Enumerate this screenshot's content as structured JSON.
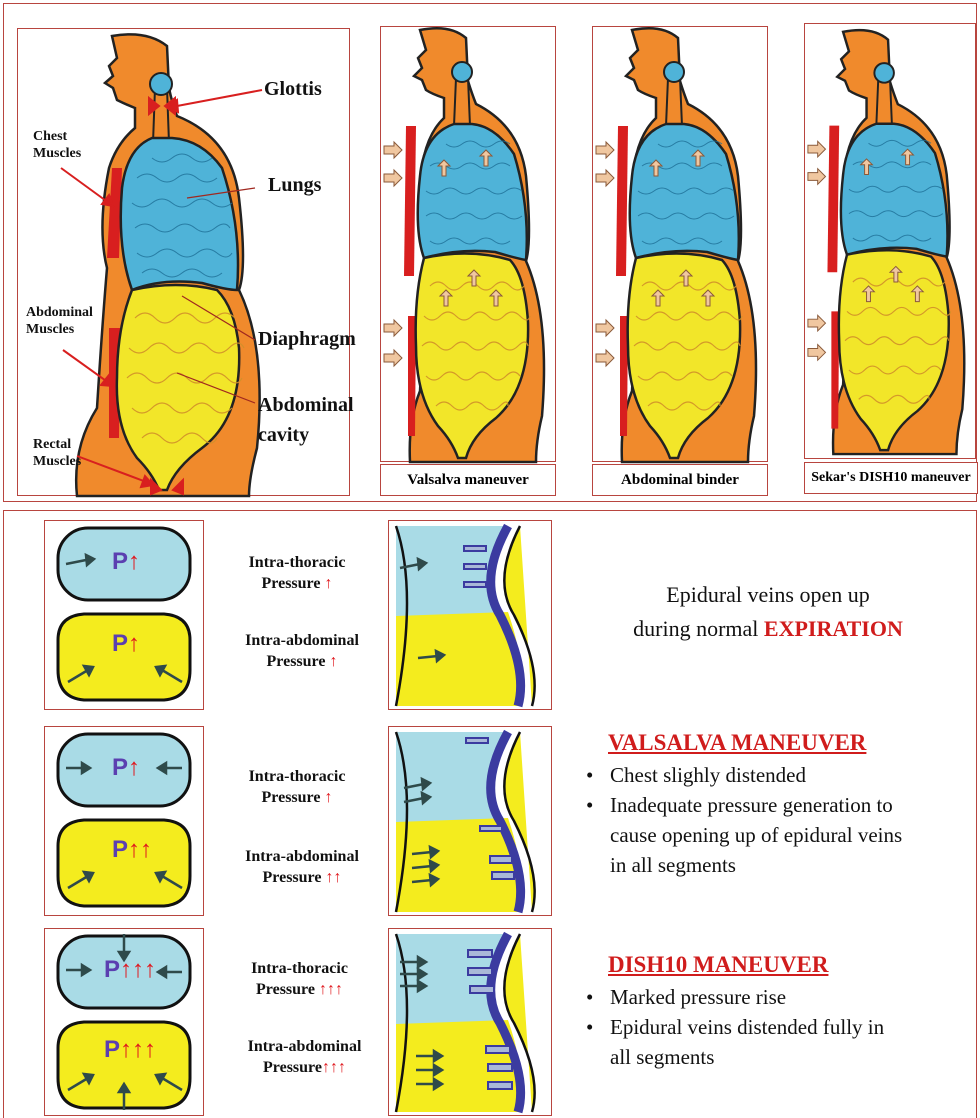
{
  "top": {
    "labels": {
      "glottis": "Glottis",
      "chest_muscles": "Chest\nMuscles",
      "lungs": "Lungs",
      "abdominal_muscles": "Abdominal\nMuscles",
      "diaphragm": "Diaphragm",
      "abdominal_cavity": "Abdominal\ncavity",
      "rectal_muscles": "Rectal\nMuscles"
    },
    "captions": [
      "Valsalva maneuver",
      "Abdominal binder",
      "Sekar's DISH10 maneuver"
    ]
  },
  "rows": [
    {
      "thoracic_label": "Intra-thoracic\nPressure",
      "thoracic_arrows": 1,
      "abdominal_label": "Intra-abdominal\nPressure",
      "abdominal_arrows": 1,
      "p_letter": "P"
    },
    {
      "thoracic_label": "Intra-thoracic\nPressure",
      "thoracic_arrows": 1,
      "abdominal_label": "Intra-abdominal\nPressure",
      "abdominal_arrows": 2,
      "p_letter": "P"
    },
    {
      "thoracic_label": "Intra-thoracic\nPressure",
      "thoracic_arrows": 3,
      "abdominal_label": "Intra-abdominal\nPressure",
      "abdominal_arrows": 3,
      "p_letter": "P"
    }
  ],
  "notes": {
    "expiration_line1": "Epidural veins open up",
    "expiration_line2_prefix": "during normal ",
    "expiration_keyword": "EXPIRATION",
    "valsalva_heading": "VALSALVA MANEUVER",
    "valsalva_bullets": [
      "Chest slighly distended",
      "Inadequate pressure generation to cause opening up of epidural veins in all segments"
    ],
    "dish_heading": "DISH10 MANEUVER",
    "dish_bullets": [
      "Marked pressure rise",
      "Epidural veins distended fully in all segments"
    ]
  },
  "colors": {
    "border": "#b8453f",
    "skin": "#f08a2c",
    "lung": "#4fb3d8",
    "abdomen": "#f2e629",
    "muscle": "#d81f1f",
    "vein": "#3b3ba0",
    "light_blue_box": "#a9dbe6",
    "yellow_box": "#f4ec1e"
  }
}
